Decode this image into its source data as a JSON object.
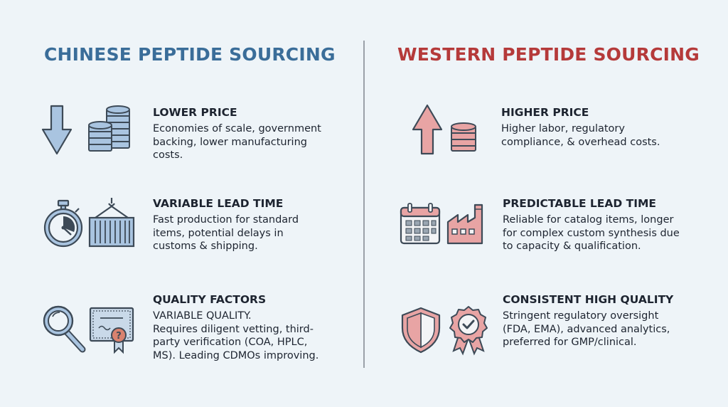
{
  "left": {
    "heading": "CHINESE PEPTIDE SOURCING",
    "accent": "#3a6d99",
    "items": [
      {
        "title": "LOWER PRICE",
        "desc": "Economies of scale, government backing, lower manufacturing costs."
      },
      {
        "title": "VARIABLE LEAD TIME",
        "desc": "Fast production for standard items, potential delays in customs & shipping."
      },
      {
        "title": "QUALITY FACTORS",
        "desc_line1": "VARIABLE QUALITY.",
        "desc": "Requires diligent vetting, third-party verification (COA, HPLC, MS). Leading CDMOs improving."
      }
    ]
  },
  "right": {
    "heading": "WESTERN PEPTIDE SOURCING",
    "accent": "#b53a3a",
    "items": [
      {
        "title": "HIGHER PRICE",
        "desc": "Higher labor, regulatory compliance, & overhead costs."
      },
      {
        "title": "PREDICTABLE LEAD TIME",
        "desc": "Reliable for catalog items, longer for complex custom synthesis due to capacity & qualification."
      },
      {
        "title": "CONSISTENT HIGH QUALITY",
        "desc": "Stringent regulatory oversight (FDA, EMA), advanced analytics, preferred for GMP/clinical."
      }
    ]
  },
  "icons": {
    "left": [
      "arrow-down-icon",
      "coin-stacks-icon",
      "stopwatch-icon",
      "shipping-container-icon",
      "magnifying-glass-icon",
      "certificate-question-icon"
    ],
    "right": [
      "arrow-up-icon",
      "coin-stack-icon",
      "calendar-icon",
      "factory-icon",
      "shield-icon",
      "quality-badge-check-icon"
    ]
  }
}
